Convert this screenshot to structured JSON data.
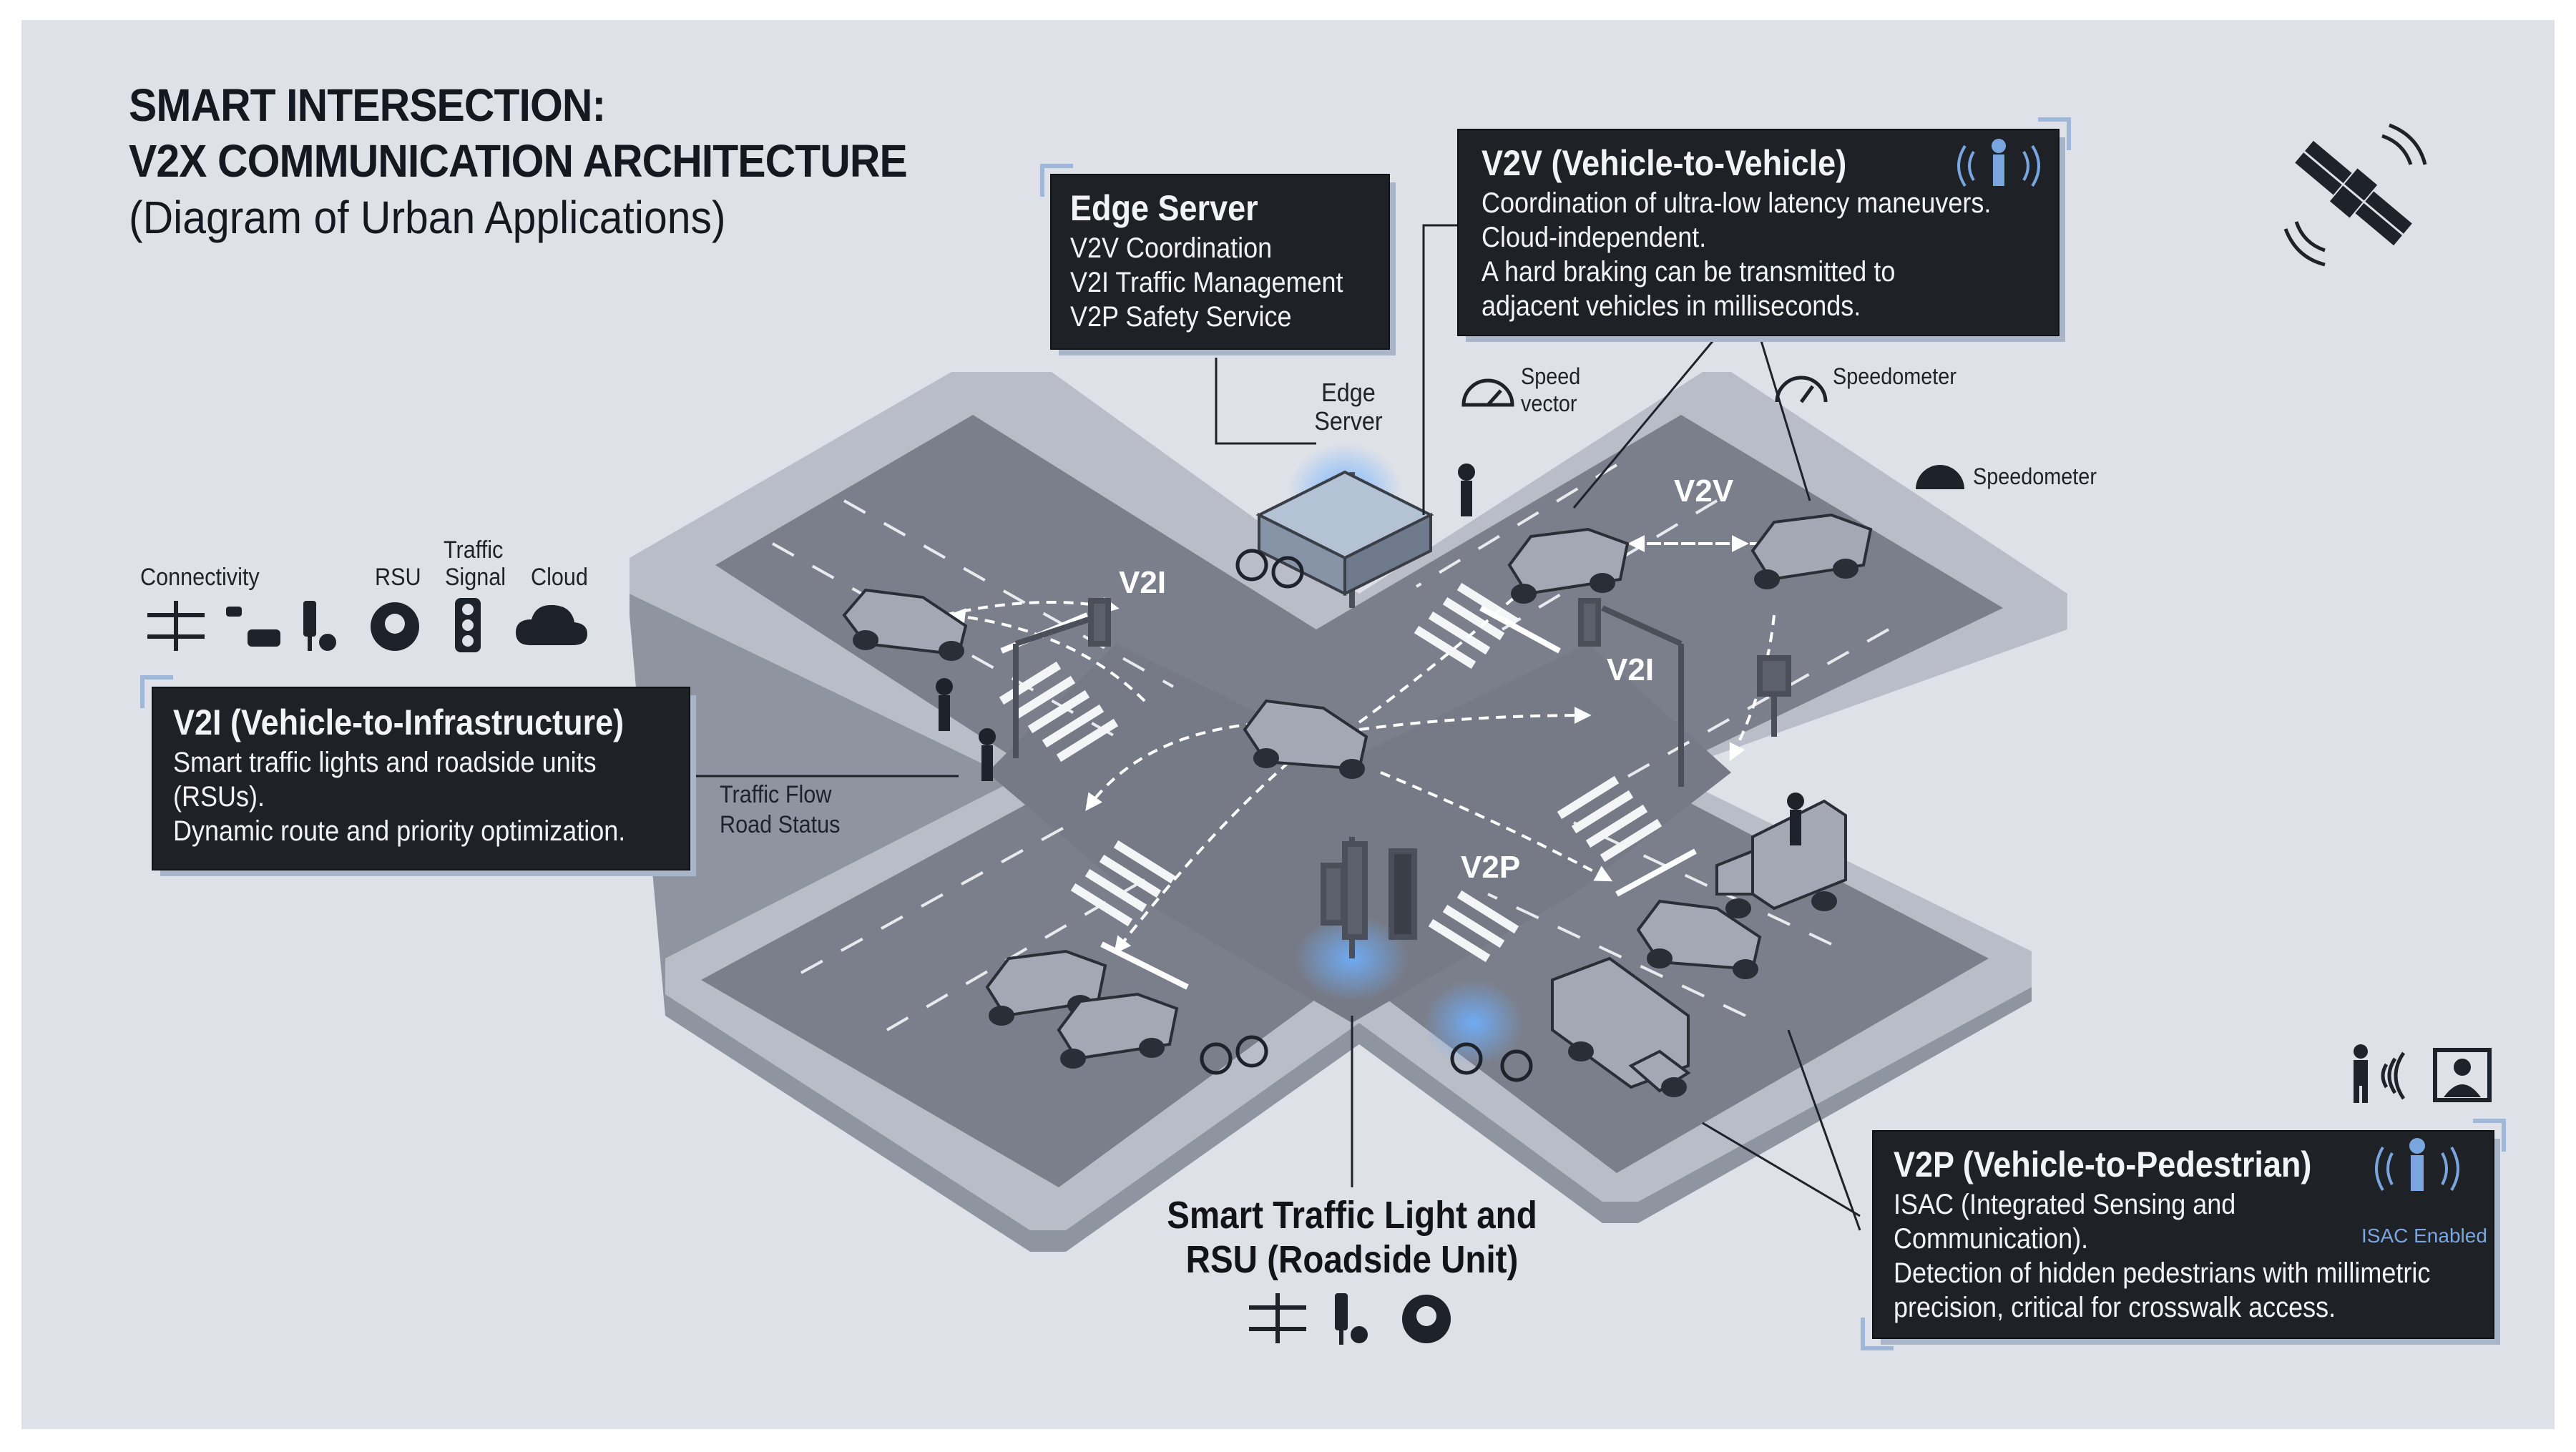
{
  "title": {
    "line1": "SMART INTERSECTION:",
    "line2": "V2X COMMUNICATION ARCHITECTURE",
    "line3": "(Diagram of Urban Applications)"
  },
  "edge_server_panel": {
    "heading": "Edge Server",
    "lines": [
      "V2V Coordination",
      "V2I Traffic Management",
      "V2P Safety Service"
    ]
  },
  "v2v_panel": {
    "heading": "V2V (Vehicle-to-Vehicle)",
    "lines": [
      "Coordination of ultra-low latency maneuvers.",
      "Cloud-independent.",
      "A hard braking can be transmitted to",
      "adjacent vehicles in milliseconds."
    ],
    "icon": "pedestrian-signal-icon"
  },
  "v2i_panel": {
    "heading": "V2I (Vehicle-to-Infrastructure)",
    "lines": [
      "Smart traffic lights and roadside units",
      "(RSUs).",
      "Dynamic route and priority optimization."
    ]
  },
  "v2p_panel": {
    "heading": "V2P (Vehicle-to-Pedestrian)",
    "lines": [
      "ISAC (Integrated Sensing and",
      "Communication).",
      "Detection of hidden pedestrians with millimetric",
      "precision, critical for crosswalk access."
    ],
    "badge": "ISAC Enabled"
  },
  "legend": {
    "items": [
      {
        "label": "Connectivity",
        "icon": "connectivity-icon"
      },
      {
        "label": "",
        "icon": "vehicle-link-icon"
      },
      {
        "label": "RSU",
        "icon": "rsu-icon"
      },
      {
        "label": "Traffic\nSignal",
        "icon": "traffic-signal-icon"
      },
      {
        "label": "Cloud",
        "icon": "cloud-icon"
      }
    ],
    "label_rsu": "RSU",
    "label_connectivity": "Connectivity",
    "label_traffic": "Traffic",
    "label_signal": "Signal",
    "label_cloud": "Cloud"
  },
  "labels": {
    "edge_server_1": "Edge",
    "edge_server_2": "Server",
    "speed_vector_1": "Speed",
    "speed_vector_2": "vector",
    "speedometer_a": "Speedometer",
    "speedometer_b": "Speedometer",
    "traffic_flow": "Traffic Flow",
    "road_status": "Road Status",
    "v2i_road_1": "V2I",
    "v2i_road_2": "V2I",
    "v2v_road": "V2V",
    "v2p_road": "V2P"
  },
  "bottom_title": {
    "line1": "Smart Traffic Light and",
    "line2": "RSU (Roadside Unit)"
  },
  "colors": {
    "background": "#dee1e8",
    "panel": "#1e2126",
    "road": "#7b7f8b",
    "sidewalk": "#c8ccd5",
    "accent_blue": "#4f8fd6"
  }
}
